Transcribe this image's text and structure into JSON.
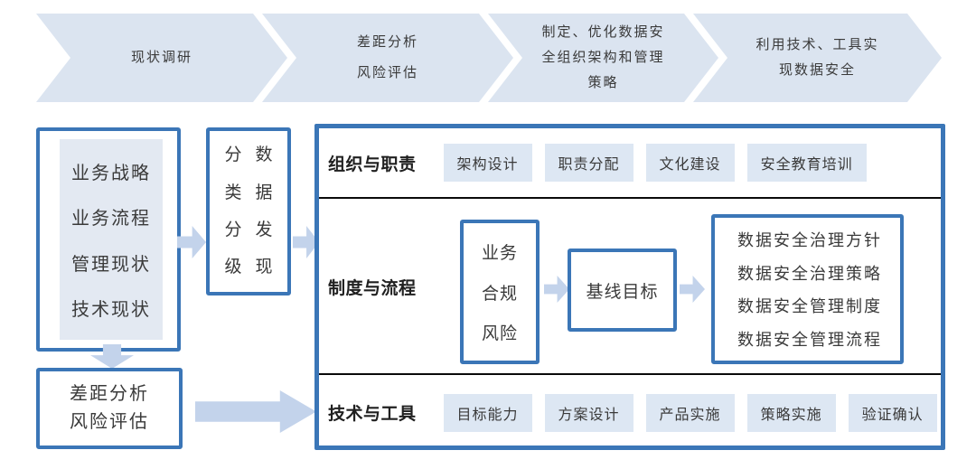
{
  "colors": {
    "chevron_fill": "#dbe4f0",
    "panel_fill": "#e3e9f2",
    "chip_fill": "#dde7f3",
    "arrow_fill": "#c3d3eb",
    "border_blue": "#3b76b7",
    "divider": "#0a0a0a",
    "text": "#3a3a3a"
  },
  "process_chevrons": [
    {
      "lines": [
        "现状调研"
      ]
    },
    {
      "lines": [
        "差距分析",
        "风险评估"
      ]
    },
    {
      "lines": [
        "制定、优化数据安",
        "全组织架构和管理",
        "策略"
      ]
    },
    {
      "lines": [
        "利用技术、工具实",
        "现数据安全"
      ]
    }
  ],
  "left_flow": {
    "current_state_box": {
      "items": [
        "业务战略",
        "业务流程",
        "管理现状",
        "技术现状"
      ]
    },
    "classification_box": {
      "columns": [
        "分类分级",
        "数据发现"
      ]
    },
    "gap_analysis_box": {
      "lines": [
        "差距分析",
        "风险评估"
      ]
    }
  },
  "main_panel": {
    "rows": [
      {
        "label": "组织与职责",
        "chips": [
          "架构设计",
          "职责分配",
          "文化建设",
          "安全教育培训"
        ]
      },
      {
        "label": "制度与流程",
        "flow": {
          "source_box": [
            "业务",
            "合规",
            "风险"
          ],
          "middle_box": "基线目标",
          "result_box": [
            "数据安全治理方针",
            "数据安全治理策略",
            "数据安全管理制度",
            "数据安全管理流程"
          ]
        }
      },
      {
        "label": "技术与工具",
        "chips": [
          "目标能力",
          "方案设计",
          "产品实施",
          "策略实施",
          "验证确认"
        ]
      }
    ]
  }
}
